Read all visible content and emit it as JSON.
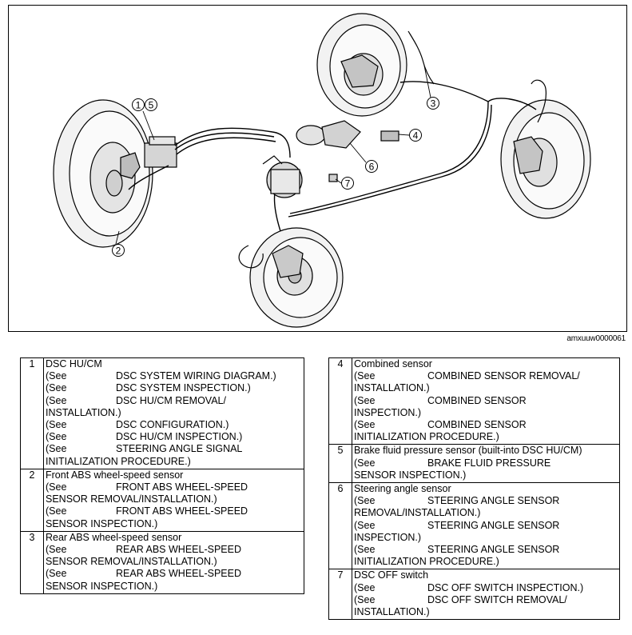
{
  "figure": {
    "code": "amxuuw0000061",
    "callouts": [
      "1",
      "5",
      "2",
      "3",
      "4",
      "6",
      "7"
    ]
  },
  "left_table": [
    {
      "num": "1",
      "name": "DSC HU/CM",
      "refs": [
        {
          "see": "(See",
          "text": "DSC SYSTEM WIRING DIAGRAM.)",
          "cont": ""
        },
        {
          "see": "(See",
          "text": "DSC SYSTEM INSPECTION.)",
          "cont": ""
        },
        {
          "see": "(See",
          "text": "DSC HU/CM REMOVAL/",
          "cont": "INSTALLATION.)"
        },
        {
          "see": "(See",
          "text": "DSC CONFIGURATION.)",
          "cont": ""
        },
        {
          "see": "(See",
          "text": "DSC HU/CM INSPECTION.)",
          "cont": ""
        },
        {
          "see": "(See",
          "text": "STEERING ANGLE SIGNAL",
          "cont": "INITIALIZATION PROCEDURE.)"
        }
      ]
    },
    {
      "num": "2",
      "name": "Front ABS wheel-speed sensor",
      "refs": [
        {
          "see": "(See",
          "text": "FRONT ABS WHEEL-SPEED",
          "cont": "SENSOR REMOVAL/INSTALLATION.)"
        },
        {
          "see": "(See",
          "text": "FRONT ABS WHEEL-SPEED",
          "cont": "SENSOR INSPECTION.)"
        }
      ]
    },
    {
      "num": "3",
      "name": "Rear ABS wheel-speed sensor",
      "refs": [
        {
          "see": "(See",
          "text": "REAR ABS WHEEL-SPEED",
          "cont": "SENSOR REMOVAL/INSTALLATION.)"
        },
        {
          "see": "(See",
          "text": "REAR ABS WHEEL-SPEED",
          "cont": "SENSOR INSPECTION.)"
        }
      ]
    }
  ],
  "right_table": [
    {
      "num": "4",
      "name": "Combined sensor",
      "refs": [
        {
          "see": "(See",
          "text": "COMBINED SENSOR REMOVAL/",
          "cont": "INSTALLATION.)"
        },
        {
          "see": "(See",
          "text": "COMBINED SENSOR",
          "cont": "INSPECTION.)"
        },
        {
          "see": "(See",
          "text": "COMBINED SENSOR",
          "cont": "INITIALIZATION PROCEDURE.)"
        }
      ]
    },
    {
      "num": "5",
      "name": "Brake fluid pressure sensor (built-into DSC HU/CM)",
      "refs": [
        {
          "see": "(See",
          "text": "BRAKE FLUID PRESSURE",
          "cont": "SENSOR INSPECTION.)"
        }
      ]
    },
    {
      "num": "6",
      "name": "Steering angle sensor",
      "refs": [
        {
          "see": "(See",
          "text": "STEERING ANGLE SENSOR",
          "cont": "REMOVAL/INSTALLATION.)"
        },
        {
          "see": "(See",
          "text": "STEERING ANGLE SENSOR",
          "cont": "INSPECTION.)"
        },
        {
          "see": "(See",
          "text": "STEERING ANGLE SENSOR",
          "cont": "INITIALIZATION PROCEDURE.)"
        }
      ]
    },
    {
      "num": "7",
      "name": "DSC OFF switch",
      "refs": [
        {
          "see": "(See",
          "text": "DSC OFF SWITCH INSPECTION.)",
          "cont": ""
        },
        {
          "see": "(See",
          "text": "DSC OFF SWITCH REMOVAL/",
          "cont": "INSTALLATION.)"
        }
      ]
    }
  ]
}
